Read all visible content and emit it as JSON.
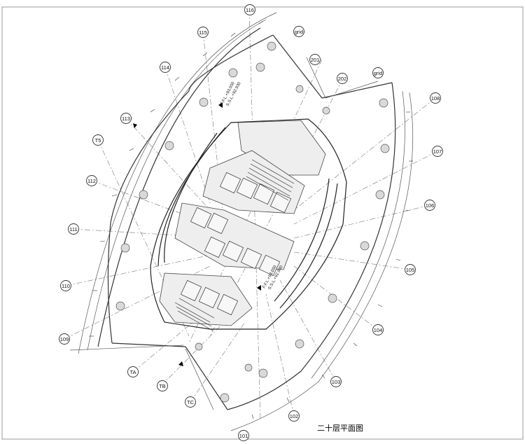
{
  "caption": "二十层平面图",
  "grid_bubbles": [
    {
      "label": "116"
    },
    {
      "label": "115"
    },
    {
      "label": "114"
    },
    {
      "label": "113"
    },
    {
      "label": "112"
    },
    {
      "label": "111"
    },
    {
      "label": "110"
    },
    {
      "label": "109"
    },
    {
      "label": "T5"
    },
    {
      "label": "grid"
    },
    {
      "label": "201"
    },
    {
      "label": "202"
    },
    {
      "label": "grid"
    },
    {
      "label": "108"
    },
    {
      "label": "107"
    },
    {
      "label": "106"
    },
    {
      "label": "105"
    },
    {
      "label": "104"
    },
    {
      "label": "103"
    },
    {
      "label": "102"
    },
    {
      "label": "101"
    },
    {
      "label": "TA"
    },
    {
      "label": "TB"
    },
    {
      "label": "TC"
    }
  ],
  "floor_labels": {
    "upper_ffl": "F.F.L.+93.050",
    "upper_ssl": "S.S.L.+92.930",
    "lower_ffl": "F.F.L.+93.050",
    "lower_ssl": "S.S.L.+92.930"
  }
}
